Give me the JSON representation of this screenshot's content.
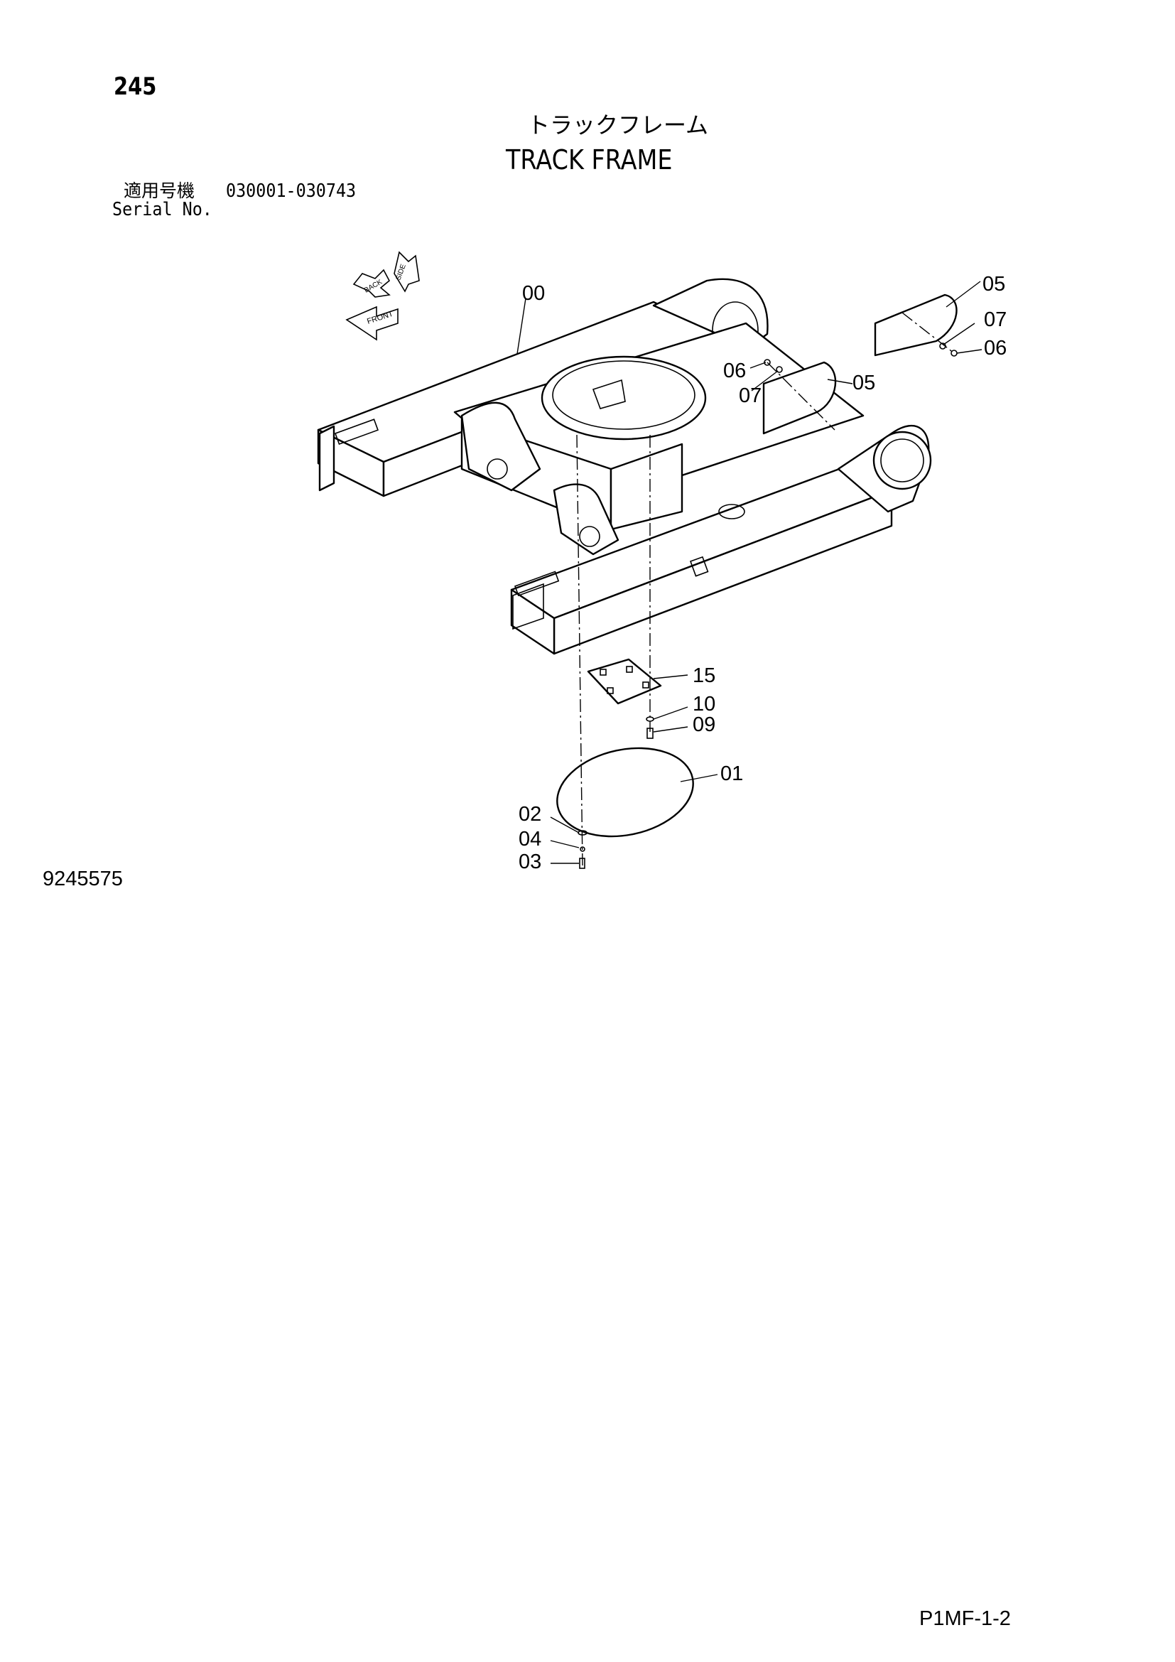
{
  "header": {
    "page_number": "245",
    "title_jp": "トラックフレーム",
    "title_en": "TRACK FRAME",
    "serial_label_jp": "適用号機",
    "serial_range": "030001-030743",
    "serial_label_en": "Serial No."
  },
  "footer": {
    "drawing_id": "9245575",
    "page_code": "P1MF-1-2"
  },
  "compass": {
    "labels": [
      "BACK",
      "SIDE",
      "FRONT"
    ]
  },
  "callouts": [
    {
      "id": "frame",
      "label": "00"
    },
    {
      "id": "cover-upper",
      "label": "05"
    },
    {
      "id": "washer-upper-right",
      "label": "07"
    },
    {
      "id": "bolt-upper-right",
      "label": "06"
    },
    {
      "id": "bolt-upper-left",
      "label": "06"
    },
    {
      "id": "washer-upper-left",
      "label": "07"
    },
    {
      "id": "cover-lower",
      "label": "05"
    },
    {
      "id": "plate",
      "label": "15"
    },
    {
      "id": "washer-plate",
      "label": "10"
    },
    {
      "id": "bolt-plate",
      "label": "09"
    },
    {
      "id": "disc-cover",
      "label": "01"
    },
    {
      "id": "washer-disc",
      "label": "02"
    },
    {
      "id": "spring-washer-disc",
      "label": "04"
    },
    {
      "id": "bolt-disc",
      "label": "03"
    }
  ]
}
